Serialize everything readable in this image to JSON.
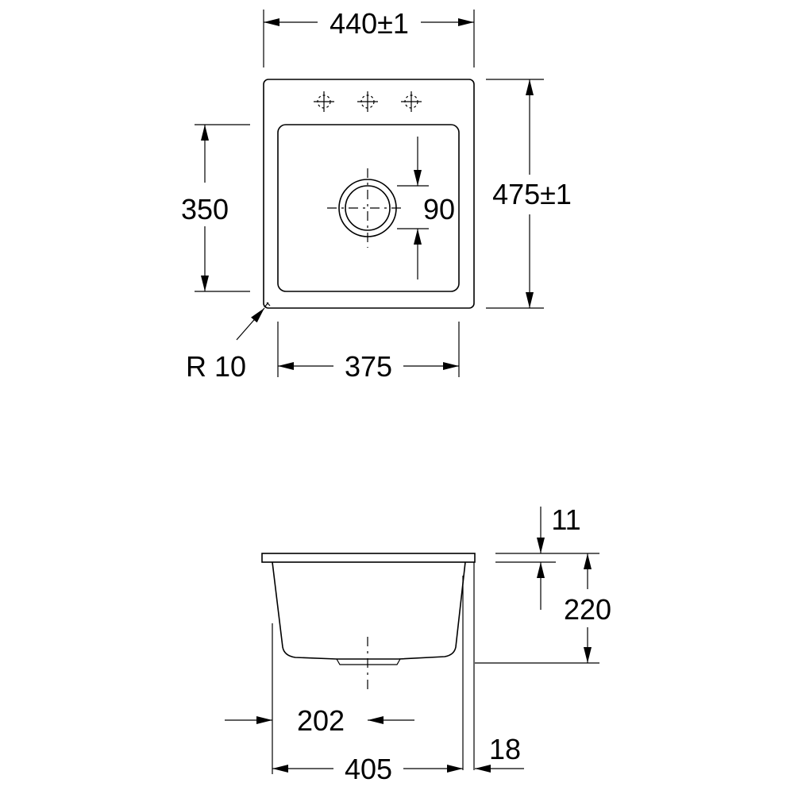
{
  "top_view": {
    "overall_width_label": "440±1",
    "overall_depth_label": "475±1",
    "bowl_depth_label": "350",
    "bowl_width_label": "375",
    "drain_diameter_label": "90",
    "corner_radius_label": "R 10"
  },
  "side_view": {
    "rim_thickness_label": "11",
    "bowl_height_label": "220",
    "drain_offset_label": "202",
    "bottom_width_label": "405",
    "wall_thickness_label": "18"
  }
}
